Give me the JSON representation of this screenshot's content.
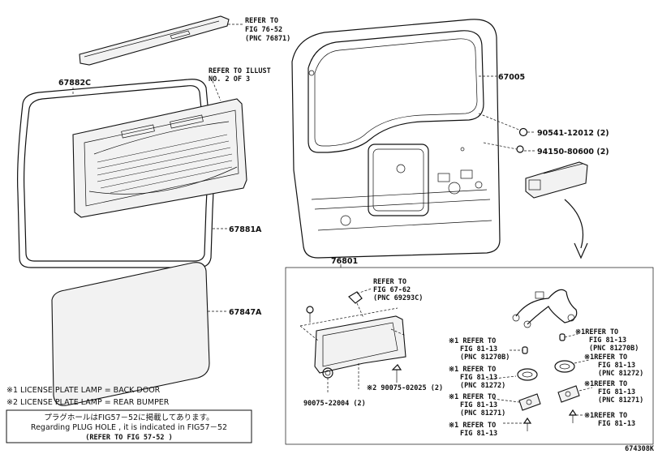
{
  "refs": {
    "fig_76_52": [
      "REFER TO",
      "FIG 76-52",
      "(PNC 76871)"
    ],
    "illust_2_of_3": [
      "REFER TO ILLUST",
      "NO. 2 OF 3"
    ],
    "fig_67_62": [
      "REFER TO",
      "FIG 67-62",
      "(PNC 69293C)"
    ],
    "lamp_81270b_left": [
      "※1 REFER TO",
      "FIG 81-13",
      "(PNC 81270B)"
    ],
    "lamp_81272_left": [
      "※1 REFER TO",
      "FIG 81-13",
      "(PNC 81272)"
    ],
    "lamp_81271_left": [
      "※1 REFER TO",
      "FIG 81-13",
      "(PNC 81271)"
    ],
    "lamp_last_left": [
      "※1 REFER TO",
      "FIG 81-13"
    ],
    "lamp_81270b_right": [
      "※1REFER TO",
      "FIG 81-13",
      "(PNC 81270B)"
    ],
    "lamp_81272_right": [
      "※1REFER TO",
      "FIG 81-13",
      "(PNC 81272)"
    ],
    "lamp_81271_right": [
      "※1REFER TO",
      "FIG 81-13",
      "(PNC 81271)"
    ],
    "lamp_last_right": [
      "※1REFER TO",
      "FIG 81-13"
    ]
  },
  "parts": {
    "p67882c": "67882C",
    "p67881a": "67881A",
    "p67847a": "67847A",
    "p67005": "67005",
    "p90541": "90541-12012 (2)",
    "p94150": "94150-80600 (2)",
    "p76801": "76801",
    "p90075_02025": "※2 90075-02025 (2)",
    "p90075_22004": "90075-22004 (2)"
  },
  "legend": {
    "line1": "※1 LICENSE  PLATE LAMP = BACK DOOR",
    "line2": "※2 LICENSE  PLATE LAMP = REAR BUMPER"
  },
  "notice": {
    "jp": "プラグホールはFIG57－52に掲載してあります。",
    "en": "Regarding PLUG HOLE , it is indicated in FIG57－52",
    "ref": "(REFER TO FIG 57-52  )"
  },
  "diagram_id": "674308K"
}
